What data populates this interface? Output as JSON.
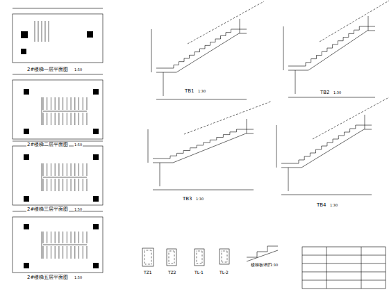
{
  "diagram": {
    "labels": [
      "2#楼梯一层平面图",
      "1:50",
      "2#楼梯二层平面图",
      "1:50",
      "2#楼梯三层平面图",
      "1:50",
      "2#楼梯五层平面图",
      "1:50",
      "TB1",
      "1:30",
      "TB2",
      "1:30",
      "TB3",
      "1:30",
      "TB4",
      "1:30",
      "TZ1",
      "TZ2",
      "TL-1",
      "TL-2",
      "楼梯板详图",
      "1:30"
    ]
  }
}
